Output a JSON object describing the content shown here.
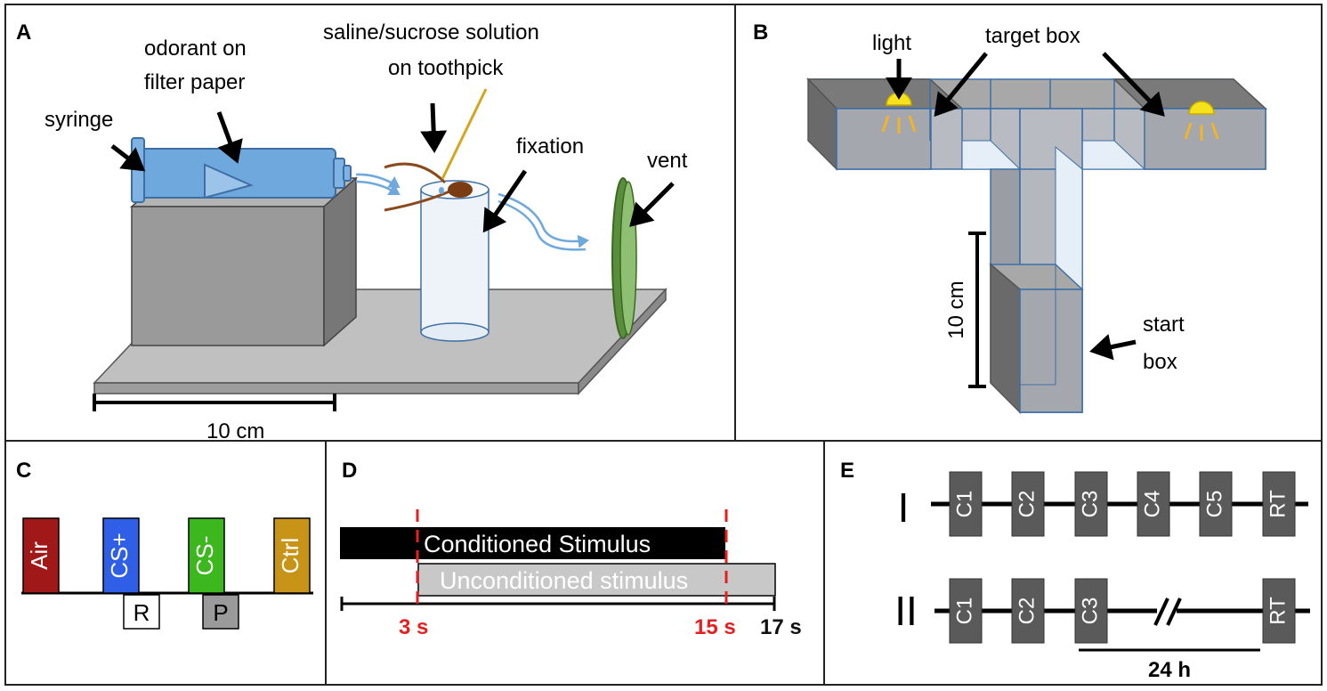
{
  "colors": {
    "air": "#a01818",
    "cs_plus": "#2f5fe6",
    "cs_minus": "#3cb81e",
    "ctrl": "#c89418",
    "dashed_marker": "#e62020",
    "session_box": "#5a5a5a",
    "syringe": "#6fa8dc",
    "vent": "#5a8e3c"
  },
  "panel_a": {
    "letter": "A",
    "labels": {
      "syringe": "syringe",
      "odorant_line1": "odorant on",
      "odorant_line2": "filter paper",
      "solution_line1": "saline/sucrose solution",
      "solution_line2": "on toothpick",
      "fixation": "fixation",
      "vent": "vent",
      "scale": "10 cm"
    }
  },
  "panel_b": {
    "letter": "B",
    "labels": {
      "light": "light",
      "target_box": "target box",
      "scale": "10 cm",
      "start_line1": "start",
      "start_line2": "box"
    }
  },
  "panel_c": {
    "letter": "C",
    "stimuli": [
      {
        "label": "Air",
        "color": "#a01818"
      },
      {
        "label": "CS+",
        "color": "#2f5fe6"
      },
      {
        "label": "CS-",
        "color": "#3cb81e"
      },
      {
        "label": "Ctrl",
        "color": "#c89418"
      }
    ],
    "reward_label": "R",
    "punishment_label": "P"
  },
  "panel_d": {
    "letter": "D",
    "conditioned_label": "Conditioned Stimulus",
    "unconditioned_label": "Unconditioned stimulus",
    "ticks": [
      {
        "label": "3 s",
        "color": "#e62020"
      },
      {
        "label": "15 s",
        "color": "#e62020"
      },
      {
        "label": "17 s",
        "color": "#111111"
      }
    ]
  },
  "panel_e": {
    "letter": "E",
    "protocols": [
      {
        "label": "I",
        "sessions": [
          "C1",
          "C2",
          "C3",
          "C4",
          "C5",
          "RT"
        ]
      },
      {
        "label": "II",
        "sessions": [
          "C1",
          "C2",
          "C3",
          "RT"
        ]
      }
    ],
    "gap_label": "24 h"
  }
}
